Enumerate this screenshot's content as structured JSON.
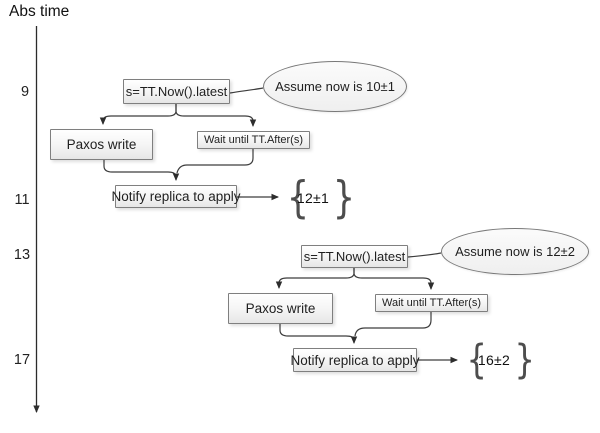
{
  "axis": {
    "label": "Abs time",
    "ticks": [
      "9",
      "11",
      "13",
      "17"
    ]
  },
  "flows": [
    {
      "timestamp_step": "s=TT.Now().latest",
      "assumption": "Assume now is 10±1",
      "paxos_step": "Paxos write",
      "wait_step": "Wait until TT.After(s)",
      "notify_step": "Notify replica to apply",
      "result": "12±1"
    },
    {
      "timestamp_step": "s=TT.Now().latest",
      "assumption": "Assume now is 12±2",
      "paxos_step": "Paxos write",
      "wait_step": "Wait until TT.After(s)",
      "notify_step": "Notify replica to apply",
      "result": "16±2"
    }
  ],
  "glyphs": {
    "brace_open": "{",
    "brace_close": "}"
  },
  "colors": {
    "connector": "#3d3d3d",
    "box_border": "#7f7f7f",
    "text": "#1f1f1f",
    "background": "#ffffff"
  }
}
